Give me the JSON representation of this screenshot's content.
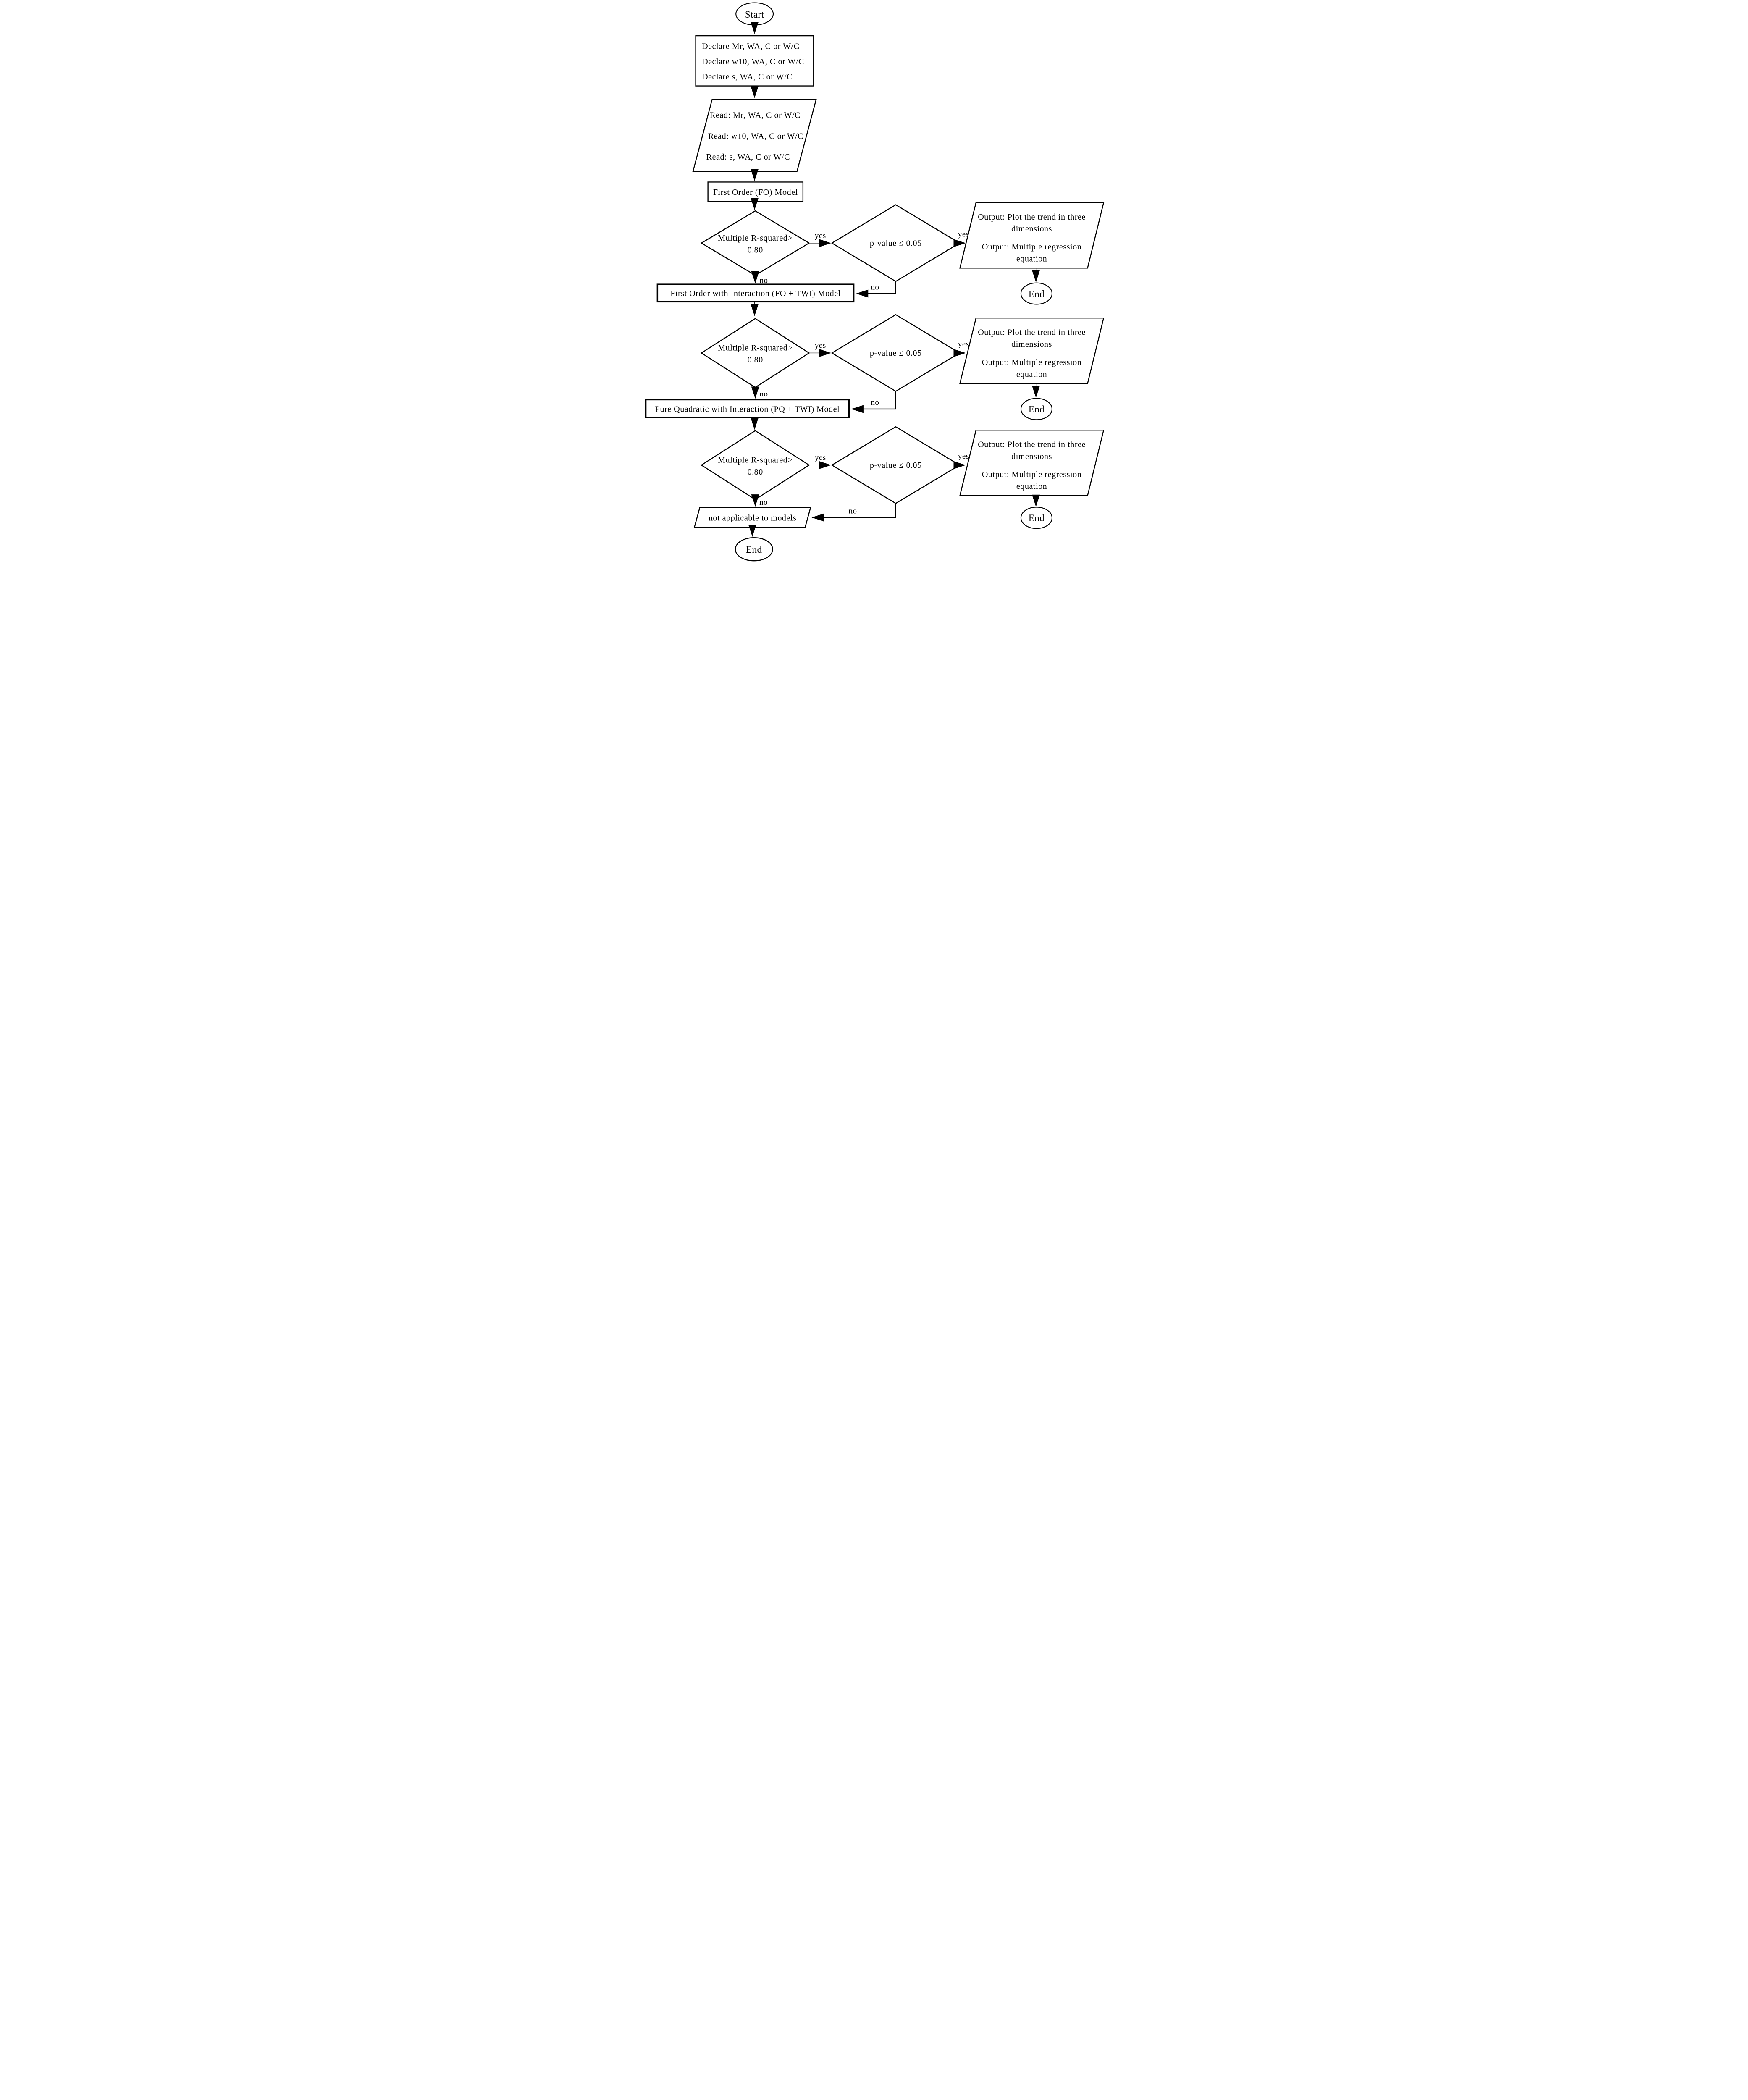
{
  "flowchart": {
    "colors": {
      "stroke": "#000000",
      "fill": "#ffffff",
      "text": "#000000"
    },
    "terminals": {
      "start": "Start",
      "end": "End"
    },
    "branch_labels": {
      "yes": "yes",
      "no": "no"
    },
    "nodes": {
      "declare": {
        "line1": "Declare Mr, WA, C or W/C",
        "line2": "Declare w10, WA, C or W/C",
        "line3": "Declare s, WA, C or W/C"
      },
      "read": {
        "line1": "Read: Mr, WA, C or W/C",
        "line2": "Read: w10, WA, C or W/C",
        "line3": "Read: s, WA, C or W/C"
      },
      "fo_model": "First Order (FO) Model",
      "fo_twi_model": "First Order with Interaction (FO + TWI) Model",
      "pq_twi_model": "Pure Quadratic with Interaction (PQ + TWI) Model",
      "not_applicable": "not applicable to models",
      "decision_r_squared": {
        "line1": "Multiple R-squared>",
        "line2": "0.80"
      },
      "decision_p_value": "p-value ≤ 0.05",
      "output": {
        "line1": "Output: Plot the trend in three",
        "line2": "dimensions",
        "line3": "Output: Multiple regression",
        "line4": "equation"
      }
    }
  }
}
